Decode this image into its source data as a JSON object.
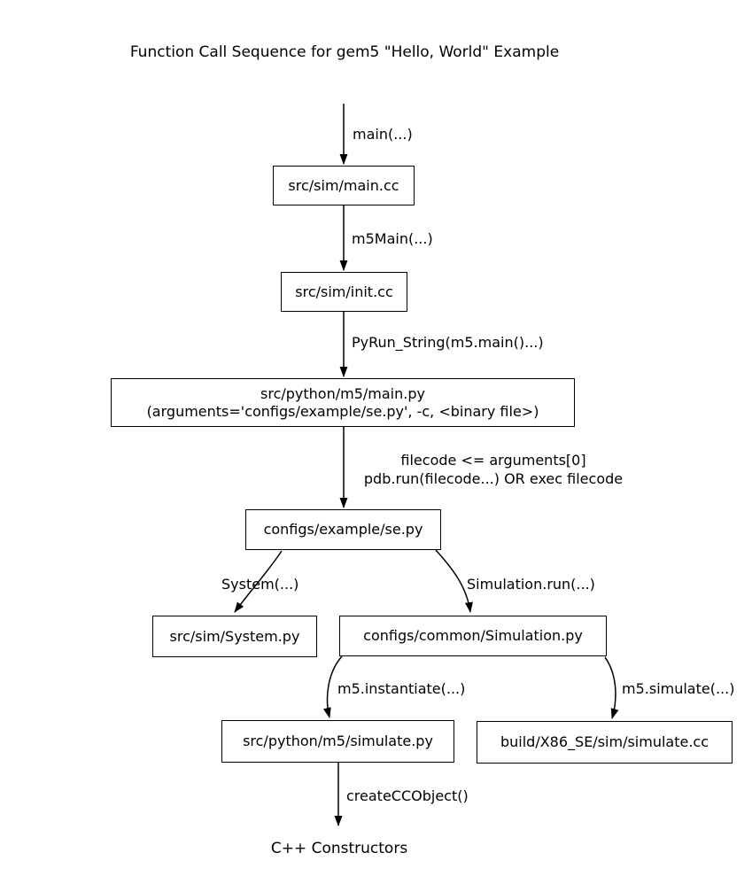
{
  "title": "Function Call Sequence for gem5 \"Hello, World\" Example",
  "nodes": {
    "main_cc": {
      "label": "src/sim/main.cc"
    },
    "init_cc": {
      "label": "src/sim/init.cc"
    },
    "main_py": {
      "line1": "src/python/m5/main.py",
      "line2": "(arguments='configs/example/se.py', -c, <binary file>)"
    },
    "se_py": {
      "label": "configs/example/se.py"
    },
    "system_py": {
      "label": "src/sim/System.py"
    },
    "simulation_py": {
      "label": "configs/common/Simulation.py"
    },
    "simulate_py": {
      "label": "src/python/m5/simulate.py"
    },
    "simulate_cc": {
      "label": "build/X86_SE/sim/simulate.cc"
    }
  },
  "edges": {
    "main": {
      "label": "main(...)",
      "from": "entry",
      "to": "src/sim/main.cc"
    },
    "m5main": {
      "label": "m5Main(...)",
      "from": "src/sim/main.cc",
      "to": "src/sim/init.cc"
    },
    "pyrun": {
      "label": "PyRun_String(m5.main()...)",
      "from": "src/sim/init.cc",
      "to": "src/python/m5/main.py"
    },
    "filecode": {
      "line1": "filecode <= arguments[0]",
      "line2": "pdb.run(filecode...) OR exec filecode",
      "from": "src/python/m5/main.py",
      "to": "configs/example/se.py"
    },
    "system": {
      "label": "System(...)",
      "from": "configs/example/se.py",
      "to": "src/sim/System.py"
    },
    "simrun": {
      "label": "Simulation.run(...)",
      "from": "configs/example/se.py",
      "to": "configs/common/Simulation.py"
    },
    "instantiate": {
      "label": "m5.instantiate(...)",
      "from": "configs/common/Simulation.py",
      "to": "src/python/m5/simulate.py"
    },
    "simulate": {
      "label": "m5.simulate(...)",
      "from": "configs/common/Simulation.py",
      "to": "build/X86_SE/sim/simulate.cc"
    },
    "createcc": {
      "label": "createCCObject()",
      "from": "src/python/m5/simulate.py",
      "to": "C++ Constructors"
    }
  },
  "terminal": {
    "label": "C++ Constructors"
  }
}
